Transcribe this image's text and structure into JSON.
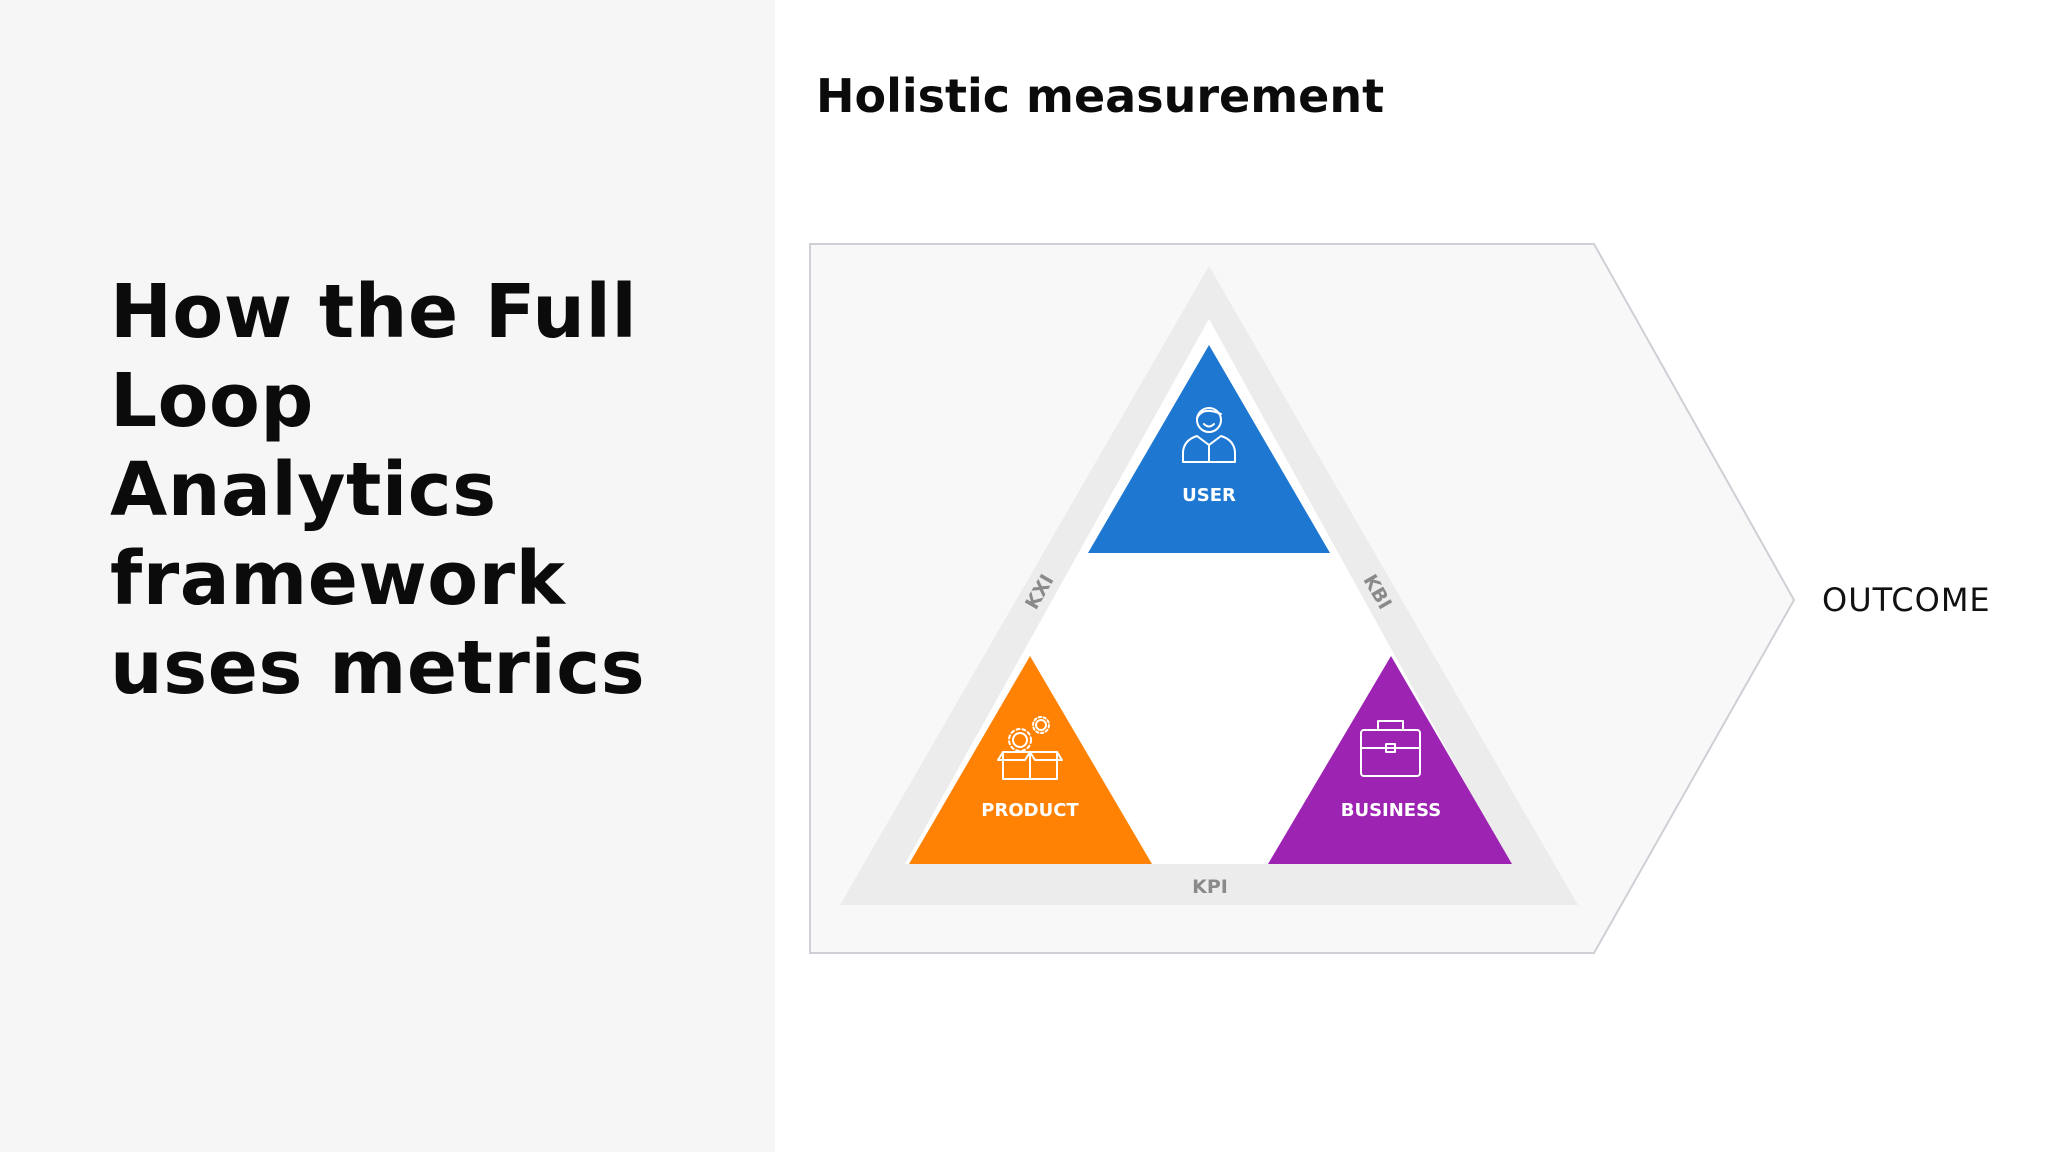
{
  "slide": {
    "headline": "How the Full\nLoop\nAnalytics\nframework\nuses metrics",
    "section_title": "Holistic measurement"
  },
  "diagram": {
    "nodes": {
      "user": {
        "label": "USER",
        "color": "#1e78d2",
        "icon": "person-icon"
      },
      "product": {
        "label": "PRODUCT",
        "color": "#ff8205",
        "icon": "gears-box-icon"
      },
      "business": {
        "label": "BUSINESS",
        "color": "#9d23b3",
        "icon": "briefcase-icon"
      }
    },
    "edges": {
      "left": "KXI",
      "right": "KBI",
      "bottom": "KPI"
    },
    "outcome": "OUTCOME",
    "colors": {
      "frame_fill": "#f8f8f9",
      "frame_stroke": "#cfcfd6",
      "ring_fill": "#ececec",
      "edge_label": "#8a8a8a"
    }
  }
}
